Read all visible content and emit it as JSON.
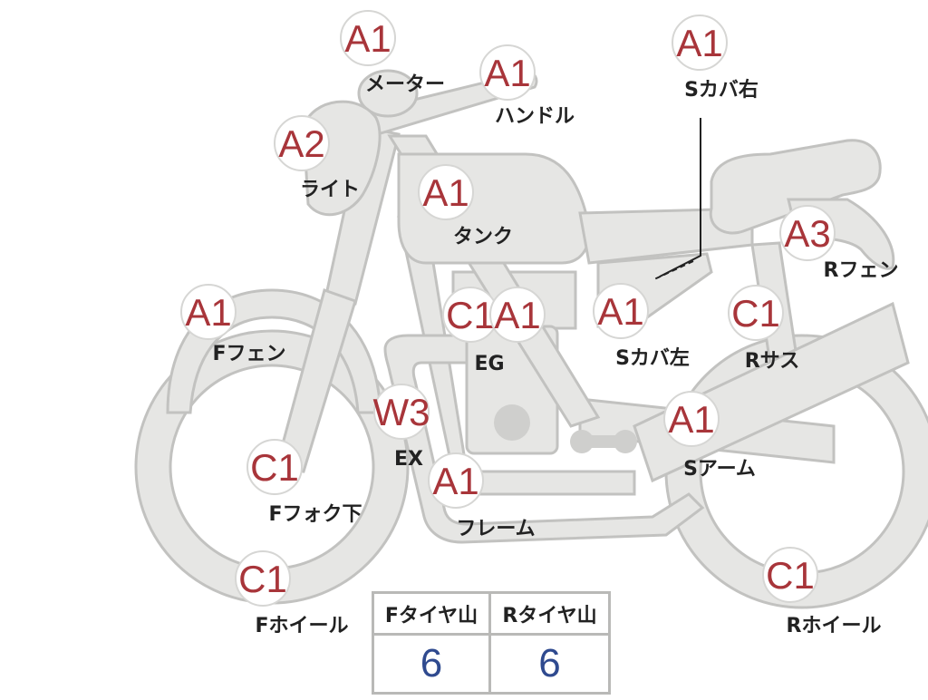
{
  "colors": {
    "grade_text": "#a8353a",
    "shape_fill": "#e6e6e4",
    "shape_stroke": "#c2c2c0",
    "tread_value": "#2f4a8f"
  },
  "parts": [
    {
      "id": "meter",
      "grade": "A1",
      "label": "メーター"
    },
    {
      "id": "handle",
      "grade": "A1",
      "label": "ハンドル"
    },
    {
      "id": "light",
      "grade": "A2",
      "label": "ライト"
    },
    {
      "id": "tank",
      "grade": "A1",
      "label": "タンク"
    },
    {
      "id": "s-cover-right",
      "grade": "A1",
      "label": "Sカバ右"
    },
    {
      "id": "r-fender",
      "grade": "A3",
      "label": "Rフェン"
    },
    {
      "id": "f-fender",
      "grade": "A1",
      "label": "Fフェン"
    },
    {
      "id": "eg",
      "grade": "C1",
      "grade2": "A1",
      "label": "EG"
    },
    {
      "id": "s-cover-left",
      "grade": "A1",
      "label": "Sカバ左"
    },
    {
      "id": "r-suspension",
      "grade": "C1",
      "label": "Rサス"
    },
    {
      "id": "ex",
      "grade": "W3",
      "label": "EX"
    },
    {
      "id": "f-fork-lower",
      "grade": "C1",
      "label": "Fフォク下"
    },
    {
      "id": "s-arm",
      "grade": "A1",
      "label": "Sアーム"
    },
    {
      "id": "frame",
      "grade": "A1",
      "label": "フレーム"
    },
    {
      "id": "f-wheel",
      "grade": "C1",
      "label": "Fホイール"
    },
    {
      "id": "r-wheel",
      "grade": "C1",
      "label": "Rホイール"
    }
  ],
  "tread": {
    "front_label": "Fタイヤ山",
    "rear_label": "Rタイヤ山",
    "front_value": "6",
    "rear_value": "6"
  }
}
